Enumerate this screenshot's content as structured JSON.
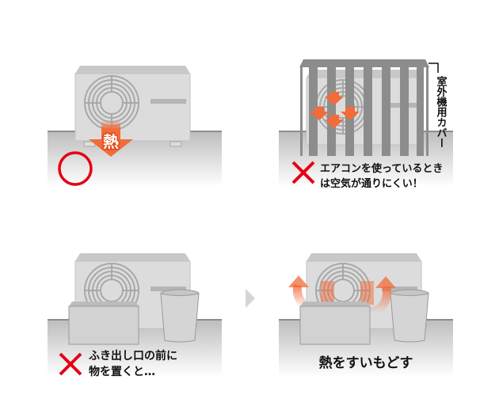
{
  "panels": [
    {
      "id": "good",
      "heat_label": "熱",
      "mark": "circle"
    },
    {
      "id": "cover",
      "cover_label": "室外機用カバー",
      "caption_lines": [
        "エアコンを使っているとき",
        "は空気が通りにくい！"
      ],
      "mark": "cross"
    },
    {
      "id": "blocked",
      "caption_lines": [
        "ふき出し口の前に",
        "物を置くと…"
      ],
      "mark": "cross"
    },
    {
      "id": "result",
      "caption": "熱をすいもどす"
    }
  ],
  "colors": {
    "ok_mark": "#e60012",
    "ng_mark": "#e60012",
    "heat": "#f26b3a",
    "unit": "#d9d9d9",
    "cover_bars": "#8c8c8c"
  }
}
